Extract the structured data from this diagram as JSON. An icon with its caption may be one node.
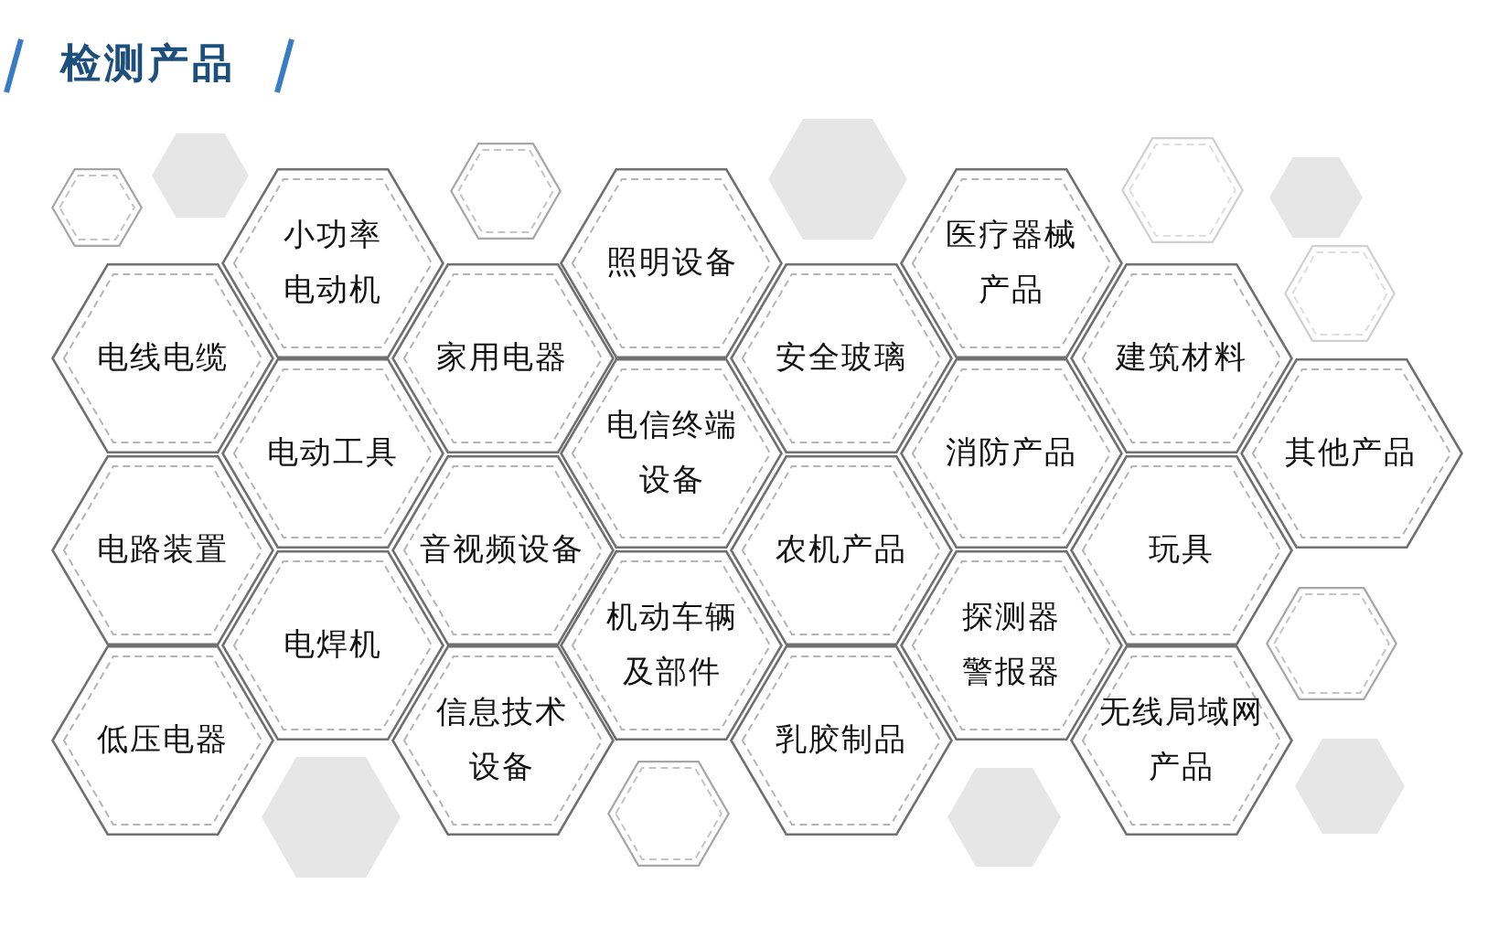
{
  "diagram": {
    "title": "检测产品",
    "nodes": [
      {
        "text": [
          "小功率电动机"
        ]
      },
      {
        "text": [
          "照明设备"
        ]
      },
      {
        "text": [
          "医疗器械产品"
        ]
      },
      {
        "text": [
          "电线电缆"
        ]
      },
      {
        "text": [
          "家用电器"
        ]
      },
      {
        "text": [
          "安全玻璃"
        ]
      },
      {
        "text": [
          "建筑材料"
        ]
      },
      {
        "text": [
          "电动工具"
        ]
      },
      {
        "text": [
          "电信终端设备"
        ]
      },
      {
        "text": [
          "消防产品"
        ]
      },
      {
        "text": [
          "其他产品"
        ]
      },
      {
        "text": [
          "电路装置"
        ]
      },
      {
        "text": [
          "音视频设备"
        ]
      },
      {
        "text": [
          "农机产品"
        ]
      },
      {
        "text": [
          "玩具"
        ]
      },
      {
        "text": [
          "电焊机"
        ]
      },
      {
        "text": [
          "机动车辆及部件"
        ]
      },
      {
        "text": [
          "探测器警报器"
        ]
      },
      {
        "text": [
          "低压电器"
        ]
      },
      {
        "text": [
          "信息技术设备"
        ]
      },
      {
        "text": [
          "乳胶制品"
        ]
      },
      {
        "text": [
          "无线局域网产品"
        ]
      },
      {
        "text": [],
        "shape": "hexagon"
      },
      {
        "text": [],
        "shape": "hexagon"
      },
      {
        "text": [],
        "shape": "hexagon"
      },
      {
        "text": [],
        "shape": "hexagon"
      },
      {
        "text": [],
        "shape": "hexagon"
      },
      {
        "text": [],
        "shape": "hexagon"
      },
      {
        "text": [],
        "shape": "hexagon"
      },
      {
        "text": [],
        "shape": "hexagon"
      },
      {
        "text": [],
        "shape": "hexagon"
      },
      {
        "text": [],
        "shape": "hexagon"
      },
      {
        "text": [],
        "shape": "hexagon"
      },
      {
        "text": [],
        "shape": "hexagon"
      }
    ]
  }
}
